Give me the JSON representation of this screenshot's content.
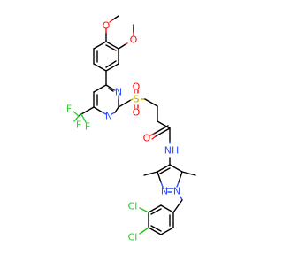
{
  "diagram": {
    "type": "chemical-structure",
    "atom_colors": {
      "C": "#000000",
      "O": "#ff0d0d",
      "N": "#3050f8",
      "S": "#c8a800",
      "F": "#33cc33",
      "Cl": "#1ec81e"
    },
    "labels": {
      "o_methoxy_top": "O",
      "o_methoxy_right": "O",
      "f_left": "F",
      "f_middle": "F",
      "f_bottom": "F",
      "s_sulfonyl": "S",
      "o_sulfonyl_top": "O",
      "o_sulfonyl_bottom": "O",
      "n_pyrimidine_top": "N",
      "n_pyrimidine_bottom": "N",
      "o_amide": "O",
      "nh_amide": "NH",
      "n_pyrazole_left": "N",
      "n_pyrazole_right": "N",
      "cl_top": "Cl",
      "cl_bottom": "Cl"
    }
  }
}
